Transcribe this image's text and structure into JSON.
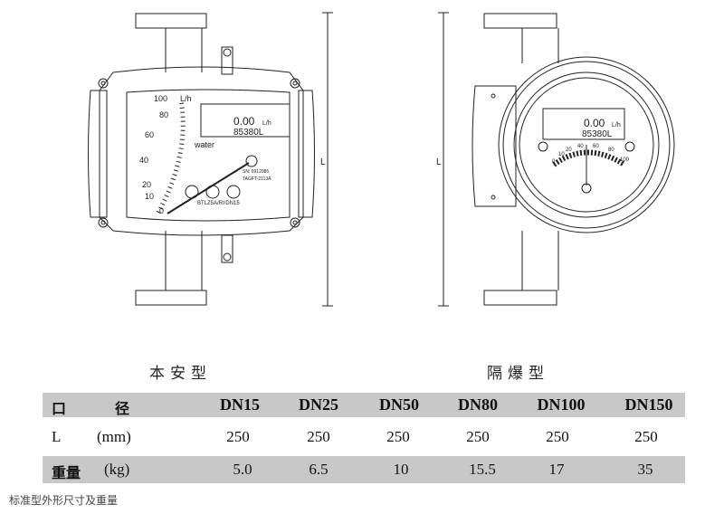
{
  "drawing": {
    "left_device": {
      "scale_labels": [
        "100",
        "80",
        "60",
        "40",
        "20",
        "10",
        "0"
      ],
      "unit": "L/h",
      "medium": "water",
      "lcd_rate": "0.00",
      "lcd_unit": "L/h",
      "lcd_total": "85380L",
      "serial": "SN: 0912085",
      "tag": "TAGFT-2113A",
      "model": "BTLZ5A/RI/DN15",
      "dimension_label": "L"
    },
    "right_device": {
      "lcd_rate": "0.00",
      "lcd_unit": "L/h",
      "lcd_total": "85380L",
      "scale_labels": [
        "0",
        "10",
        "20",
        "40",
        "60",
        "80",
        "100"
      ],
      "dimension_label": "L"
    }
  },
  "titles": {
    "intrinsic": "本安型",
    "explosion_proof": "隔爆型"
  },
  "table": {
    "header": {
      "label_a": "口",
      "label_b": "径",
      "sizes": [
        "DN15",
        "DN25",
        "DN50",
        "DN80",
        "DN100",
        "DN150"
      ]
    },
    "length_row": {
      "label": "L",
      "unit": "(mm)",
      "values": [
        "250",
        "250",
        "250",
        "250",
        "250",
        "250"
      ]
    },
    "weight_row": {
      "label": "重量",
      "unit": "(kg)",
      "values": [
        "5.0",
        "6.5",
        "10",
        "15.5",
        "17",
        "35"
      ]
    }
  },
  "caption": "标准型外形尺寸及重量"
}
